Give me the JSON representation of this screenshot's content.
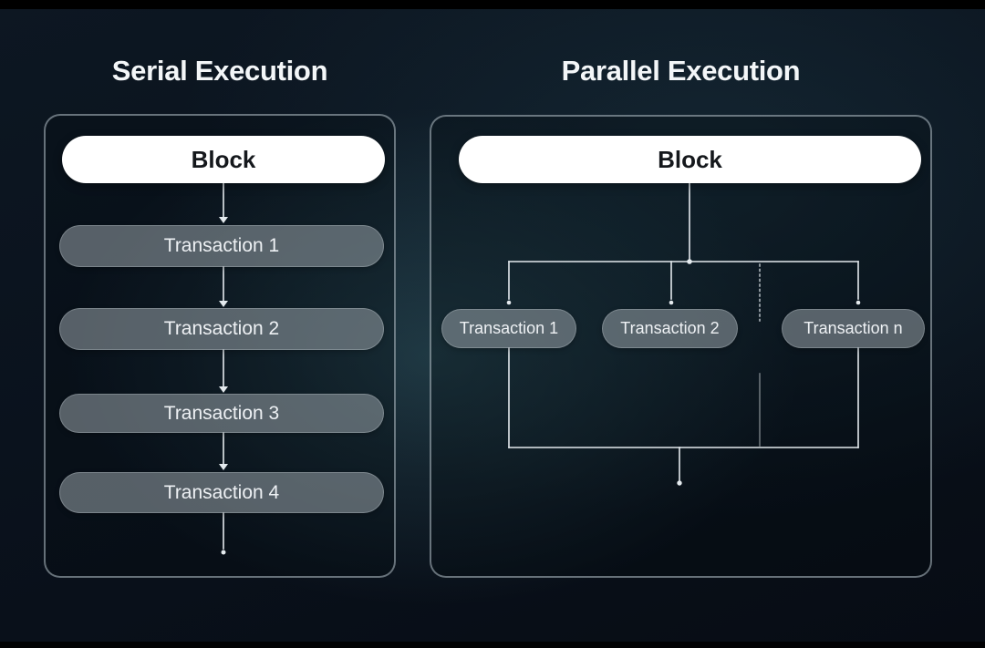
{
  "colors": {
    "page_bg": "#0a121d",
    "glow_teal": "#3e707a",
    "letterbox": "#000000",
    "title_text": "#f3f6f8",
    "panel_border": "#b7c3cc",
    "line": "#e4eaee",
    "block_bg": "#ffffff",
    "block_text": "#15181c",
    "pill_bg": "#6f747a",
    "pill_text": "#eef1f4"
  },
  "serial": {
    "title": "Serial Execution",
    "block_label": "Block",
    "transactions": [
      "Transaction 1",
      "Transaction 2",
      "Transaction 3",
      "Transaction 4"
    ]
  },
  "parallel": {
    "title": "Parallel Execution",
    "block_label": "Block",
    "transactions": [
      "Transaction 1",
      "Transaction 2",
      "Transaction n"
    ]
  }
}
